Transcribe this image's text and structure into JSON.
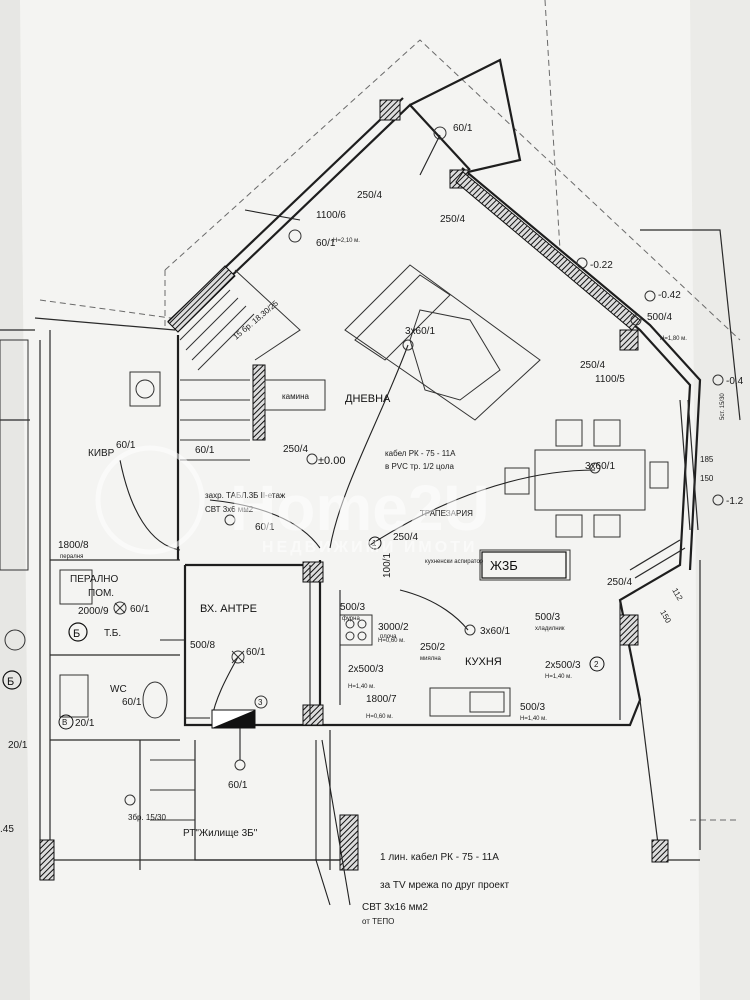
{
  "rooms": {
    "living": "ДНЕВНА",
    "dining": "ТРАПЕЗАРИЯ",
    "kitchen": "КУХНЯ",
    "entrance": "ВХ. АНТРЕ",
    "laundry_1": "ПЕРАЛНО",
    "laundry_2": "ПОМ.",
    "wc": "WC",
    "fireplace": "камина",
    "slab": "Ж3Б"
  },
  "cable_notes": {
    "rk_line_1": "кабел РК - 75 - 11А",
    "rk_line_2": "в PVC тр. 1/2 цола",
    "feed_1": "захр. ТАБЛ.3Б II-етаж",
    "feed_2": "СВТ 3х6 мм2",
    "tv_line_1": "1 лин. кабел РК - 75 - 11А",
    "tv_line_2": "за TV мрежа по друг проект",
    "main_1": "СВТ 3х16 мм2",
    "main_2": "от ТЕПО",
    "panel": "РТ\"Жилище 3Б\"",
    "stairs": "15 бр. 18,30/25",
    "stairs_lower": "3бр. 15/30",
    "stairs_right": "5ст. 15/30"
  },
  "levels": {
    "zero": "±0.00",
    "m022": "-0.22",
    "m042": "-0.42",
    "m04": "-0.4",
    "m12": "-1.2",
    "m045": ".45"
  },
  "dimensions": {
    "d185": "185",
    "d150": "150",
    "d112": "112",
    "d150b": "150"
  },
  "points": {
    "p1": "60/1",
    "p2": "250/4",
    "p3": "1100/6",
    "p4": "60/1",
    "p5": "250/4",
    "p6": "500/4",
    "p7": "250/4",
    "p8": "1100/5",
    "p9": "3х60/1",
    "p10": "3х60/1",
    "p11": "60/1",
    "p12": "60/1",
    "p13": "250/4",
    "p14": "60/1",
    "p15": "250/4",
    "p16": "100/1",
    "p17": "1800/8",
    "p18": "2000/9",
    "p19": "60/1",
    "p20": "500/8",
    "p21": "60/1",
    "p22": "60/1",
    "p23": "20/1",
    "p24": "20/1",
    "p25": "500/3",
    "p26": "3000/2",
    "p27": "250/2",
    "p28": "2х500/3",
    "p29": "1800/7",
    "p30": "3х60/1",
    "p31": "500/3",
    "p32": "2х500/3",
    "p33": "500/3",
    "p34": "250/4",
    "p35": "60/1"
  },
  "small_notes": {
    "kivr": "КИВР",
    "peralnya": "пералня",
    "tb": "Т.Б.",
    "hood": "кухненски аспиратор",
    "height_210": "H=2,10 м.",
    "height_180": "H=1,80 м.",
    "height_140": "H=1,40 м.",
    "height_060": "H=0,60 м.",
    "height_140b": "H=1,40 м.",
    "height_140c": "H=1,40 м.",
    "height_060b": "H=0,60 м.",
    "stove": "плоча",
    "fridge": "хладилник",
    "dishwasher": "миялна",
    "oven": "фурна"
  },
  "badges": {
    "b1": "Б",
    "b2": "Б",
    "b3": "В",
    "b4": "3",
    "b5": "2",
    "b6": "1"
  },
  "watermark": {
    "brand": "Home2U",
    "tagline": "НЕДВИЖИМИ ИМОТИ"
  }
}
